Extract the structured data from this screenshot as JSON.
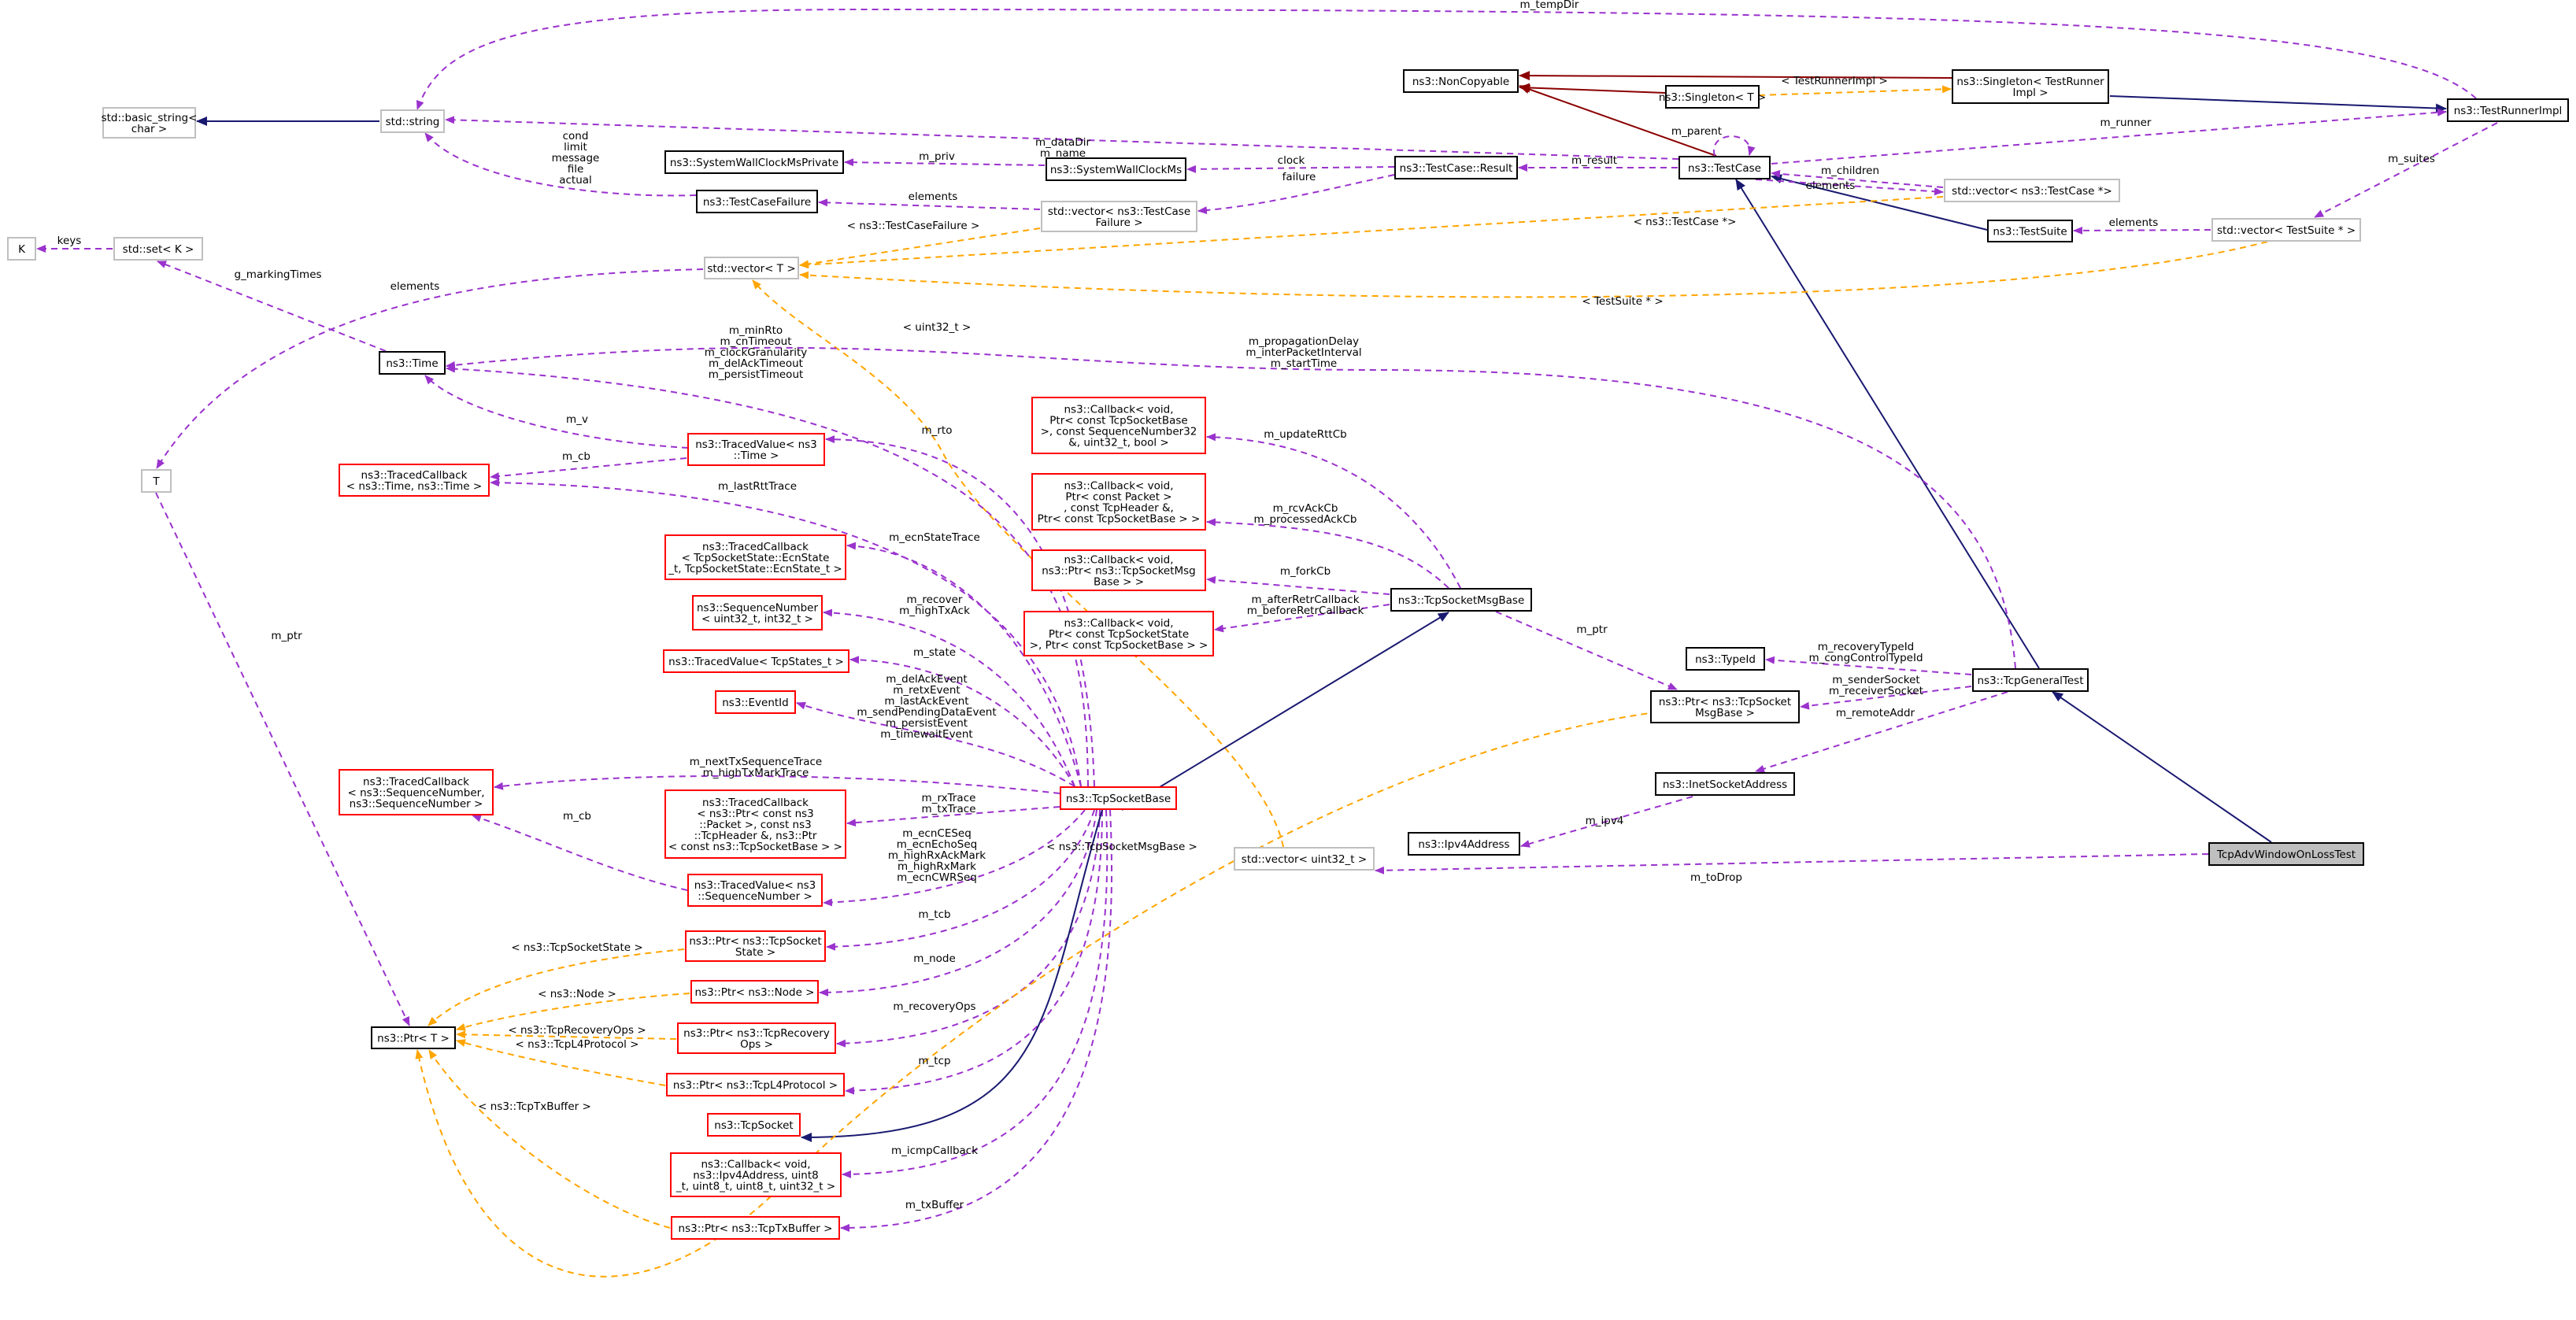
{
  "colors": {
    "usage_edge": "#9a32cd",
    "template_edge": "#ffa500",
    "inheritance_edge": "#191970",
    "private_inheritance_edge": "#8b0000",
    "node_border_documented": "#000000",
    "node_border_undocumented": "#ff0000",
    "node_border_external": "#bfbfbf",
    "focus_node_fill": "#bfbfbf"
  },
  "nodes": [
    {
      "id": "focus",
      "lines": [
        "TcpAdvWindowOnLossTest"
      ],
      "style": "focus"
    },
    {
      "id": "tcpgeneraltest",
      "lines": [
        "ns3::TcpGeneralTest"
      ],
      "style": "black"
    },
    {
      "id": "testcase",
      "lines": [
        "ns3::TestCase"
      ],
      "style": "black"
    },
    {
      "id": "noncopyable",
      "lines": [
        "ns3::NonCopyable"
      ],
      "style": "black"
    },
    {
      "id": "singletonT",
      "lines": [
        "ns3::Singleton< T >"
      ],
      "style": "black"
    },
    {
      "id": "singletonRunner",
      "lines": [
        "ns3::Singleton< TestRunner",
        "Impl >"
      ],
      "style": "black"
    },
    {
      "id": "testrunnerimpl",
      "lines": [
        "ns3::TestRunnerImpl"
      ],
      "style": "black"
    },
    {
      "id": "testsuite",
      "lines": [
        "ns3::TestSuite"
      ],
      "style": "black"
    },
    {
      "id": "vecTestSuite",
      "lines": [
        "std::vector< TestSuite * >"
      ],
      "style": "gray"
    },
    {
      "id": "vecTestCase",
      "lines": [
        "std::vector< ns3::TestCase *>"
      ],
      "style": "gray"
    },
    {
      "id": "testcaseresult",
      "lines": [
        "ns3::TestCase::Result"
      ],
      "style": "black"
    },
    {
      "id": "syswallclock",
      "lines": [
        "ns3::SystemWallClockMs"
      ],
      "style": "black"
    },
    {
      "id": "syswallclockpriv",
      "lines": [
        "ns3::SystemWallClockMsPrivate"
      ],
      "style": "black"
    },
    {
      "id": "testcasefailure",
      "lines": [
        "ns3::TestCaseFailure"
      ],
      "style": "black"
    },
    {
      "id": "vecFailure",
      "lines": [
        "std::vector< ns3::TestCase",
        "Failure >"
      ],
      "style": "gray"
    },
    {
      "id": "stdstring",
      "lines": [
        "std::string"
      ],
      "style": "gray"
    },
    {
      "id": "basicstring",
      "lines": [
        "std::basic_string<",
        "char >"
      ],
      "style": "gray"
    },
    {
      "id": "stdset",
      "lines": [
        "std::set< K >"
      ],
      "style": "gray"
    },
    {
      "id": "K",
      "lines": [
        "K"
      ],
      "style": "gray"
    },
    {
      "id": "vectorT",
      "lines": [
        "std::vector< T >"
      ],
      "style": "gray"
    },
    {
      "id": "T",
      "lines": [
        "T"
      ],
      "style": "gray"
    },
    {
      "id": "time",
      "lines": [
        "ns3::Time"
      ],
      "style": "black"
    },
    {
      "id": "tracedValueTime",
      "lines": [
        "ns3::TracedValue< ns3",
        "::Time >"
      ],
      "style": "red"
    },
    {
      "id": "tracedCbTime",
      "lines": [
        "ns3::TracedCallback",
        "< ns3::Time, ns3::Time >"
      ],
      "style": "red"
    },
    {
      "id": "tracedCbEcn",
      "lines": [
        "ns3::TracedCallback",
        "< TcpSocketState::EcnState",
        "_t, TcpSocketState::EcnState_t >"
      ],
      "style": "red"
    },
    {
      "id": "seqnum",
      "lines": [
        "ns3::SequenceNumber",
        "< uint32_t, int32_t >"
      ],
      "style": "red"
    },
    {
      "id": "tracedValueStates",
      "lines": [
        "ns3::TracedValue< TcpStates_t >"
      ],
      "style": "red"
    },
    {
      "id": "eventid",
      "lines": [
        "ns3::EventId"
      ],
      "style": "red"
    },
    {
      "id": "tracedCbSeq",
      "lines": [
        "ns3::TracedCallback",
        "< ns3::SequenceNumber,",
        "ns3::SequenceNumber >"
      ],
      "style": "red"
    },
    {
      "id": "tracedCbPacket",
      "lines": [
        "ns3::TracedCallback",
        "< ns3::Ptr< const ns3",
        "::Packet >, const ns3",
        "::TcpHeader &, ns3::Ptr",
        "< const ns3::TcpSocketBase > >"
      ],
      "style": "red"
    },
    {
      "id": "tracedValueSeq",
      "lines": [
        "ns3::TracedValue< ns3",
        "::SequenceNumber >"
      ],
      "style": "red"
    },
    {
      "id": "ptrState",
      "lines": [
        "ns3::Ptr< ns3::TcpSocket",
        "State >"
      ],
      "style": "red"
    },
    {
      "id": "ptrNode",
      "lines": [
        "ns3::Ptr< ns3::Node >"
      ],
      "style": "red"
    },
    {
      "id": "ptrRecovery",
      "lines": [
        "ns3::Ptr< ns3::TcpRecovery",
        "Ops >"
      ],
      "style": "red"
    },
    {
      "id": "ptrL4",
      "lines": [
        "ns3::Ptr< ns3::TcpL4Protocol >"
      ],
      "style": "red"
    },
    {
      "id": "tcpsocket",
      "lines": [
        "ns3::TcpSocket"
      ],
      "style": "red"
    },
    {
      "id": "cbIcmp",
      "lines": [
        "ns3::Callback< void,",
        "ns3::Ipv4Address, uint8",
        "_t, uint8_t, uint8_t, uint32_t >"
      ],
      "style": "red"
    },
    {
      "id": "ptrTxBuffer",
      "lines": [
        "ns3::Ptr< ns3::TcpTxBuffer >"
      ],
      "style": "red"
    },
    {
      "id": "ptrT",
      "lines": [
        "ns3::Ptr< T >"
      ],
      "style": "black"
    },
    {
      "id": "tcpsocketbase",
      "lines": [
        "ns3::TcpSocketBase"
      ],
      "style": "red"
    },
    {
      "id": "cbRtt",
      "lines": [
        "ns3::Callback< void,",
        "Ptr< const TcpSocketBase",
        ">, const SequenceNumber32",
        "&, uint32_t, bool >"
      ],
      "style": "red"
    },
    {
      "id": "cbRcvAck",
      "lines": [
        "ns3::Callback< void,",
        "Ptr< const Packet >",
        ", const TcpHeader &,",
        "Ptr< const TcpSocketBase > >"
      ],
      "style": "red"
    },
    {
      "id": "cbFork",
      "lines": [
        "ns3::Callback< void,",
        "ns3::Ptr< ns3::TcpSocketMsg",
        "Base > >"
      ],
      "style": "red"
    },
    {
      "id": "cbRetr",
      "lines": [
        "ns3::Callback< void,",
        "Ptr< const TcpSocketState",
        ">, Ptr< const TcpSocketBase > >"
      ],
      "style": "red"
    },
    {
      "id": "tcpsocketmsgbase",
      "lines": [
        "ns3::TcpSocketMsgBase"
      ],
      "style": "black"
    },
    {
      "id": "typeid",
      "lines": [
        "ns3::TypeId"
      ],
      "style": "black"
    },
    {
      "id": "ptrMsgBase",
      "lines": [
        "ns3::Ptr< ns3::TcpSocket",
        "MsgBase >"
      ],
      "style": "black"
    },
    {
      "id": "inetsocket",
      "lines": [
        "ns3::InetSocketAddress"
      ],
      "style": "black"
    },
    {
      "id": "ipv4",
      "lines": [
        "ns3::Ipv4Address"
      ],
      "style": "black"
    },
    {
      "id": "vecUint",
      "lines": [
        "std::vector< uint32_t >"
      ],
      "style": "gray"
    }
  ],
  "edges": [
    {
      "id": "e1",
      "kind": "inherit",
      "from": "tcpgeneraltest",
      "to": "focus",
      "labels": []
    },
    {
      "id": "e2",
      "kind": "inherit",
      "from": "testcase",
      "to": "tcpgeneraltest",
      "labels": []
    },
    {
      "id": "e3",
      "kind": "private",
      "from": "noncopyable",
      "to": "testcase",
      "labels": []
    },
    {
      "id": "e4",
      "kind": "private",
      "from": "noncopyable",
      "to": "singletonRunner",
      "labels": []
    },
    {
      "id": "e5",
      "kind": "private",
      "from": "noncopyable",
      "to": "singletonT",
      "labels": []
    },
    {
      "id": "e6",
      "kind": "template",
      "from": "singletonT",
      "to": "singletonRunner",
      "labels": [
        "< TestRunnerImpl >"
      ]
    },
    {
      "id": "e7",
      "kind": "inherit",
      "from": "singletonRunner",
      "to": "testrunnerimpl",
      "labels": []
    },
    {
      "id": "e8",
      "kind": "inherit",
      "from": "testcase",
      "to": "testsuite",
      "labels": []
    },
    {
      "id": "e9",
      "kind": "usage",
      "from": "testsuite",
      "to": "vecTestSuite",
      "labels": [
        "elements"
      ]
    },
    {
      "id": "e10",
      "kind": "usage",
      "from": "vecTestSuite",
      "to": "testrunnerimpl",
      "labels": [
        "m_suites"
      ]
    },
    {
      "id": "e11",
      "kind": "usage",
      "from": "testrunnerimpl",
      "to": "testcase",
      "labels": [
        "m_runner"
      ]
    },
    {
      "id": "e12",
      "kind": "usage",
      "from": "stdstring",
      "to": "testrunnerimpl",
      "labels": [
        "m_tempDir"
      ]
    },
    {
      "id": "e13",
      "kind": "usage",
      "from": "stdstring",
      "to": "testcase",
      "labels": [
        "m_dataDir",
        "m_name"
      ]
    },
    {
      "id": "e14",
      "kind": "usage",
      "from": "testcase",
      "to": "testcase",
      "labels": [
        "m_parent"
      ]
    },
    {
      "id": "e15",
      "kind": "usage",
      "from": "testcaseresult",
      "to": "testcase",
      "labels": [
        "m_result"
      ]
    },
    {
      "id": "e16",
      "kind": "usage",
      "from": "vecTestCase",
      "to": "testcase",
      "labels": [
        "m_children"
      ]
    },
    {
      "id": "e17",
      "kind": "usage",
      "from": "testcase",
      "to": "vecTestCase",
      "labels": [
        "elements"
      ]
    },
    {
      "id": "e18",
      "kind": "usage",
      "from": "syswallclock",
      "to": "testcaseresult",
      "labels": [
        "clock"
      ]
    },
    {
      "id": "e19",
      "kind": "usage",
      "from": "vecFailure",
      "to": "testcaseresult",
      "labels": [
        "failure"
      ]
    },
    {
      "id": "e20",
      "kind": "usage",
      "from": "syswallclockpriv",
      "to": "syswallclock",
      "labels": [
        "m_priv"
      ]
    },
    {
      "id": "e21",
      "kind": "usage",
      "from": "testcasefailure",
      "to": "vecFailure",
      "labels": [
        "elements"
      ]
    },
    {
      "id": "e22",
      "kind": "usage",
      "from": "stdstring",
      "to": "testcasefailure",
      "labels": [
        "cond",
        "limit",
        "message",
        "file",
        "actual"
      ]
    },
    {
      "id": "e23",
      "kind": "inherit",
      "from": "basicstring",
      "to": "stdstring",
      "labels": []
    },
    {
      "id": "e24",
      "kind": "usage",
      "from": "K",
      "to": "stdset",
      "labels": [
        "keys"
      ]
    },
    {
      "id": "e25",
      "kind": "usage",
      "from": "stdset",
      "to": "time",
      "labels": [
        "g_markingTimes"
      ]
    },
    {
      "id": "e26",
      "kind": "usage",
      "from": "T",
      "to": "vectorT",
      "labels": [
        "elements"
      ]
    },
    {
      "id": "e27",
      "kind": "template",
      "from": "vectorT",
      "to": "vecFailure",
      "labels": [
        "< ns3::TestCaseFailure >"
      ]
    },
    {
      "id": "e28",
      "kind": "template",
      "from": "vectorT",
      "to": "vecTestCase",
      "labels": [
        "< ns3::TestCase *>"
      ]
    },
    {
      "id": "e29",
      "kind": "template",
      "from": "vectorT",
      "to": "vecTestSuite",
      "labels": [
        "< TestSuite * >"
      ]
    },
    {
      "id": "e30",
      "kind": "template",
      "from": "vectorT",
      "to": "vecUint",
      "labels": [
        "< uint32_t >"
      ]
    },
    {
      "id": "e31",
      "kind": "usage",
      "from": "time",
      "to": "tcpgeneraltest",
      "labels": [
        "m_propagationDelay",
        "m_interPacketInterval",
        "m_startTime"
      ]
    },
    {
      "id": "e32",
      "kind": "usage",
      "from": "time",
      "to": "tcpsocketbase",
      "labels": [
        "m_minRto",
        "m_cnTimeout",
        "m_clockGranularity",
        "m_delAckTimeout",
        "m_persistTimeout"
      ]
    },
    {
      "id": "e33",
      "kind": "usage",
      "from": "time",
      "to": "tracedValueTime",
      "labels": [
        "m_v"
      ]
    },
    {
      "id": "e34",
      "kind": "usage",
      "from": "tracedValueTime",
      "to": "tracedCbTime",
      "labels": [
        "m_cb"
      ]
    },
    {
      "id": "e35",
      "kind": "usage",
      "from": "tracedValueTime",
      "to": "tcpsocketbase",
      "labels": [
        "m_rto"
      ]
    },
    {
      "id": "e36",
      "kind": "usage",
      "from": "tracedCbTime",
      "to": "tcpsocketbase",
      "labels": [
        "m_lastRttTrace"
      ]
    },
    {
      "id": "e37",
      "kind": "usage",
      "from": "tracedCbEcn",
      "to": "tcpsocketbase",
      "labels": [
        "m_ecnStateTrace"
      ]
    },
    {
      "id": "e38",
      "kind": "usage",
      "from": "seqnum",
      "to": "tcpsocketbase",
      "labels": [
        "m_recover",
        "m_highTxAck"
      ]
    },
    {
      "id": "e39",
      "kind": "usage",
      "from": "tracedValueStates",
      "to": "tcpsocketbase",
      "labels": [
        "m_state"
      ]
    },
    {
      "id": "e40",
      "kind": "usage",
      "from": "eventid",
      "to": "tcpsocketbase",
      "labels": [
        "m_delAckEvent",
        "m_retxEvent",
        "m_lastAckEvent",
        "m_sendPendingDataEvent",
        "m_persistEvent",
        "m_timewaitEvent"
      ]
    },
    {
      "id": "e41",
      "kind": "usage",
      "from": "tracedCbSeq",
      "to": "tcpsocketbase",
      "labels": [
        "m_nextTxSequenceTrace",
        "m_highTxMarkTrace"
      ]
    },
    {
      "id": "e42",
      "kind": "usage",
      "from": "tracedCbPacket",
      "to": "tcpsocketbase",
      "labels": [
        "m_rxTrace",
        "m_txTrace"
      ]
    },
    {
      "id": "e43",
      "kind": "usage",
      "from": "tracedCbSeq",
      "to": "tracedValueSeq",
      "labels": [
        "m_cb"
      ]
    },
    {
      "id": "e44",
      "kind": "usage",
      "from": "tracedValueSeq",
      "to": "tcpsocketbase",
      "labels": [
        "m_ecnCESeq",
        "m_ecnEchoSeq",
        "m_highRxAckMark",
        "m_highRxMark",
        "m_ecnCWRSeq"
      ]
    },
    {
      "id": "e45",
      "kind": "usage",
      "from": "ptrState",
      "to": "tcpsocketbase",
      "labels": [
        "m_tcb"
      ]
    },
    {
      "id": "e46",
      "kind": "usage",
      "from": "ptrNode",
      "to": "tcpsocketbase",
      "labels": [
        "m_node"
      ]
    },
    {
      "id": "e47",
      "kind": "usage",
      "from": "ptrRecovery",
      "to": "tcpsocketbase",
      "labels": [
        "m_recoveryOps"
      ]
    },
    {
      "id": "e48",
      "kind": "usage",
      "from": "ptrL4",
      "to": "tcpsocketbase",
      "labels": [
        "m_tcp"
      ]
    },
    {
      "id": "e49",
      "kind": "inherit",
      "from": "tcpsocket",
      "to": "tcpsocketbase",
      "labels": []
    },
    {
      "id": "e50",
      "kind": "usage",
      "from": "cbIcmp",
      "to": "tcpsocketbase",
      "labels": [
        "m_icmpCallback"
      ]
    },
    {
      "id": "e51",
      "kind": "usage",
      "from": "ptrTxBuffer",
      "to": "tcpsocketbase",
      "labels": [
        "m_txBuffer"
      ]
    },
    {
      "id": "e52",
      "kind": "usage",
      "from": "T",
      "to": "ptrT",
      "labels": [
        "m_ptr"
      ]
    },
    {
      "id": "e53",
      "kind": "template",
      "from": "ptrT",
      "to": "ptrState",
      "labels": [
        "< ns3::TcpSocketState >"
      ]
    },
    {
      "id": "e54",
      "kind": "template",
      "from": "ptrT",
      "to": "ptrNode",
      "labels": [
        "< ns3::Node >"
      ]
    },
    {
      "id": "e55",
      "kind": "template",
      "from": "ptrT",
      "to": "ptrRecovery",
      "labels": [
        "< ns3::TcpRecoveryOps >"
      ]
    },
    {
      "id": "e56",
      "kind": "template",
      "from": "ptrT",
      "to": "ptrL4",
      "labels": [
        "< ns3::TcpL4Protocol >"
      ]
    },
    {
      "id": "e57",
      "kind": "template",
      "from": "ptrT",
      "to": "ptrTxBuffer",
      "labels": [
        "< ns3::TcpTxBuffer >"
      ]
    },
    {
      "id": "e58",
      "kind": "template",
      "from": "ptrT",
      "to": "ptrMsgBase",
      "labels": [
        "< ns3::TcpSocketMsgBase >"
      ]
    },
    {
      "id": "e59",
      "kind": "inherit",
      "from": "tcpsocketbase",
      "to": "tcpsocketmsgbase",
      "labels": []
    },
    {
      "id": "e60",
      "kind": "usage",
      "from": "cbRtt",
      "to": "tcpsocketmsgbase",
      "labels": [
        "m_updateRttCb"
      ]
    },
    {
      "id": "e61",
      "kind": "usage",
      "from": "cbRcvAck",
      "to": "tcpsocketmsgbase",
      "labels": [
        "m_rcvAckCb",
        "m_processedAckCb"
      ]
    },
    {
      "id": "e62",
      "kind": "usage",
      "from": "cbFork",
      "to": "tcpsocketmsgbase",
      "labels": [
        "m_forkCb"
      ]
    },
    {
      "id": "e63",
      "kind": "usage",
      "from": "cbRetr",
      "to": "tcpsocketmsgbase",
      "labels": [
        "m_afterRetrCallback",
        "m_beforeRetrCallback"
      ]
    },
    {
      "id": "e64",
      "kind": "usage",
      "from": "tcpsocketmsgbase",
      "to": "ptrMsgBase",
      "labels": [
        "m_ptr"
      ]
    },
    {
      "id": "e65",
      "kind": "usage",
      "from": "typeid",
      "to": "tcpgeneraltest",
      "labels": [
        "m_recoveryTypeId",
        "m_congControlTypeId"
      ]
    },
    {
      "id": "e66",
      "kind": "usage",
      "from": "ptrMsgBase",
      "to": "tcpgeneraltest",
      "labels": [
        "m_senderSocket",
        "m_receiverSocket"
      ]
    },
    {
      "id": "e67",
      "kind": "usage",
      "from": "inetsocket",
      "to": "tcpgeneraltest",
      "labels": [
        "m_remoteAddr"
      ]
    },
    {
      "id": "e68",
      "kind": "usage",
      "from": "ipv4",
      "to": "inetsocket",
      "labels": [
        "m_ipv4"
      ]
    },
    {
      "id": "e69",
      "kind": "usage",
      "from": "vecUint",
      "to": "focus",
      "labels": [
        "m_toDrop"
      ]
    }
  ]
}
